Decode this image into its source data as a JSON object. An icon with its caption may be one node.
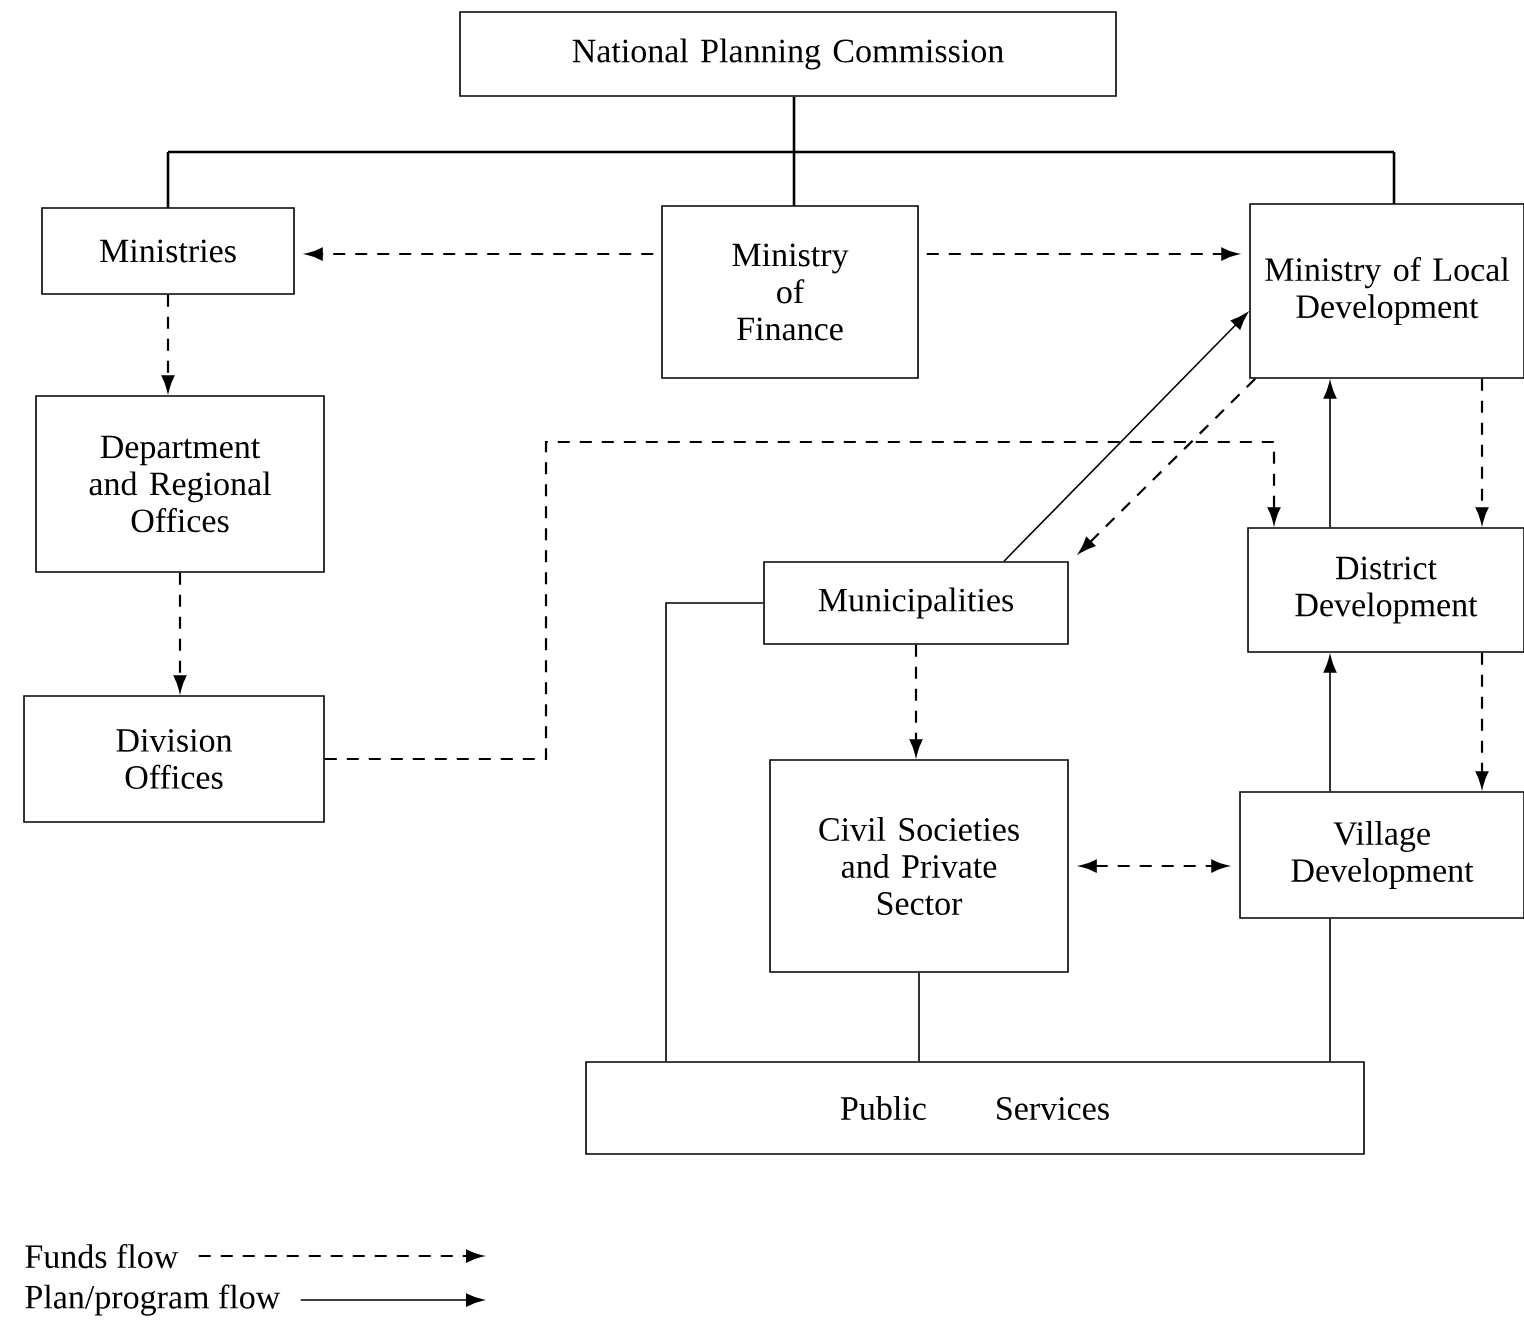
{
  "diagram": {
    "nodes": [
      {
        "text": [
          "National Planning Commission"
        ]
      },
      {
        "text": [
          "Ministries"
        ]
      },
      {
        "text": [
          "Ministry of Finance"
        ]
      },
      {
        "text": [
          "Ministry of Local Development"
        ]
      },
      {
        "text": [
          "Department and Regional Offices"
        ]
      },
      {
        "text": [
          "Division Offices"
        ]
      },
      {
        "text": [
          "Municipalities"
        ]
      },
      {
        "text": [
          "District Development"
        ]
      },
      {
        "text": [
          "Civil Societies and Private Sector"
        ]
      },
      {
        "text": [
          "Village Development"
        ]
      },
      {
        "text": [
          "Public Services"
        ]
      }
    ],
    "edges": [
      {
        "from": 0,
        "to": 1,
        "arrow": "none"
      },
      {
        "from": 0,
        "to": 2,
        "arrow": "none"
      },
      {
        "from": 0,
        "to": 3,
        "arrow": "none"
      },
      {
        "from": 2,
        "to": 1,
        "arrow": "to",
        "style": "dashed"
      },
      {
        "from": 2,
        "to": 3,
        "arrow": "to",
        "style": "dashed"
      },
      {
        "from": 1,
        "to": 4,
        "arrow": "to",
        "style": "dashed"
      },
      {
        "from": 4,
        "to": 5,
        "arrow": "to",
        "style": "dashed"
      },
      {
        "from": 5,
        "to": 7,
        "arrow": "to",
        "style": "dashed"
      },
      {
        "from": 6,
        "to": 3,
        "arrow": "to"
      },
      {
        "from": 3,
        "to": 6,
        "arrow": "to",
        "style": "dashed"
      },
      {
        "from": 3,
        "to": 7,
        "arrow": "to",
        "style": "dashed"
      },
      {
        "from": 7,
        "to": 3,
        "arrow": "to"
      },
      {
        "from": 7,
        "to": 9,
        "arrow": "to",
        "style": "dashed"
      },
      {
        "from": 9,
        "to": 7,
        "arrow": "to"
      },
      {
        "from": 6,
        "to": 8,
        "arrow": "to",
        "style": "dashed"
      },
      {
        "from": 8,
        "to": 9,
        "arrow": "both",
        "style": "dashed"
      },
      {
        "from": 6,
        "to": 10,
        "arrow": "none"
      },
      {
        "from": 8,
        "to": 10,
        "arrow": "none"
      },
      {
        "from": 9,
        "to": 10,
        "arrow": "none"
      }
    ],
    "legend": [
      {
        "text": "Funds flow"
      },
      {
        "text": "Plan/program flow"
      }
    ]
  }
}
